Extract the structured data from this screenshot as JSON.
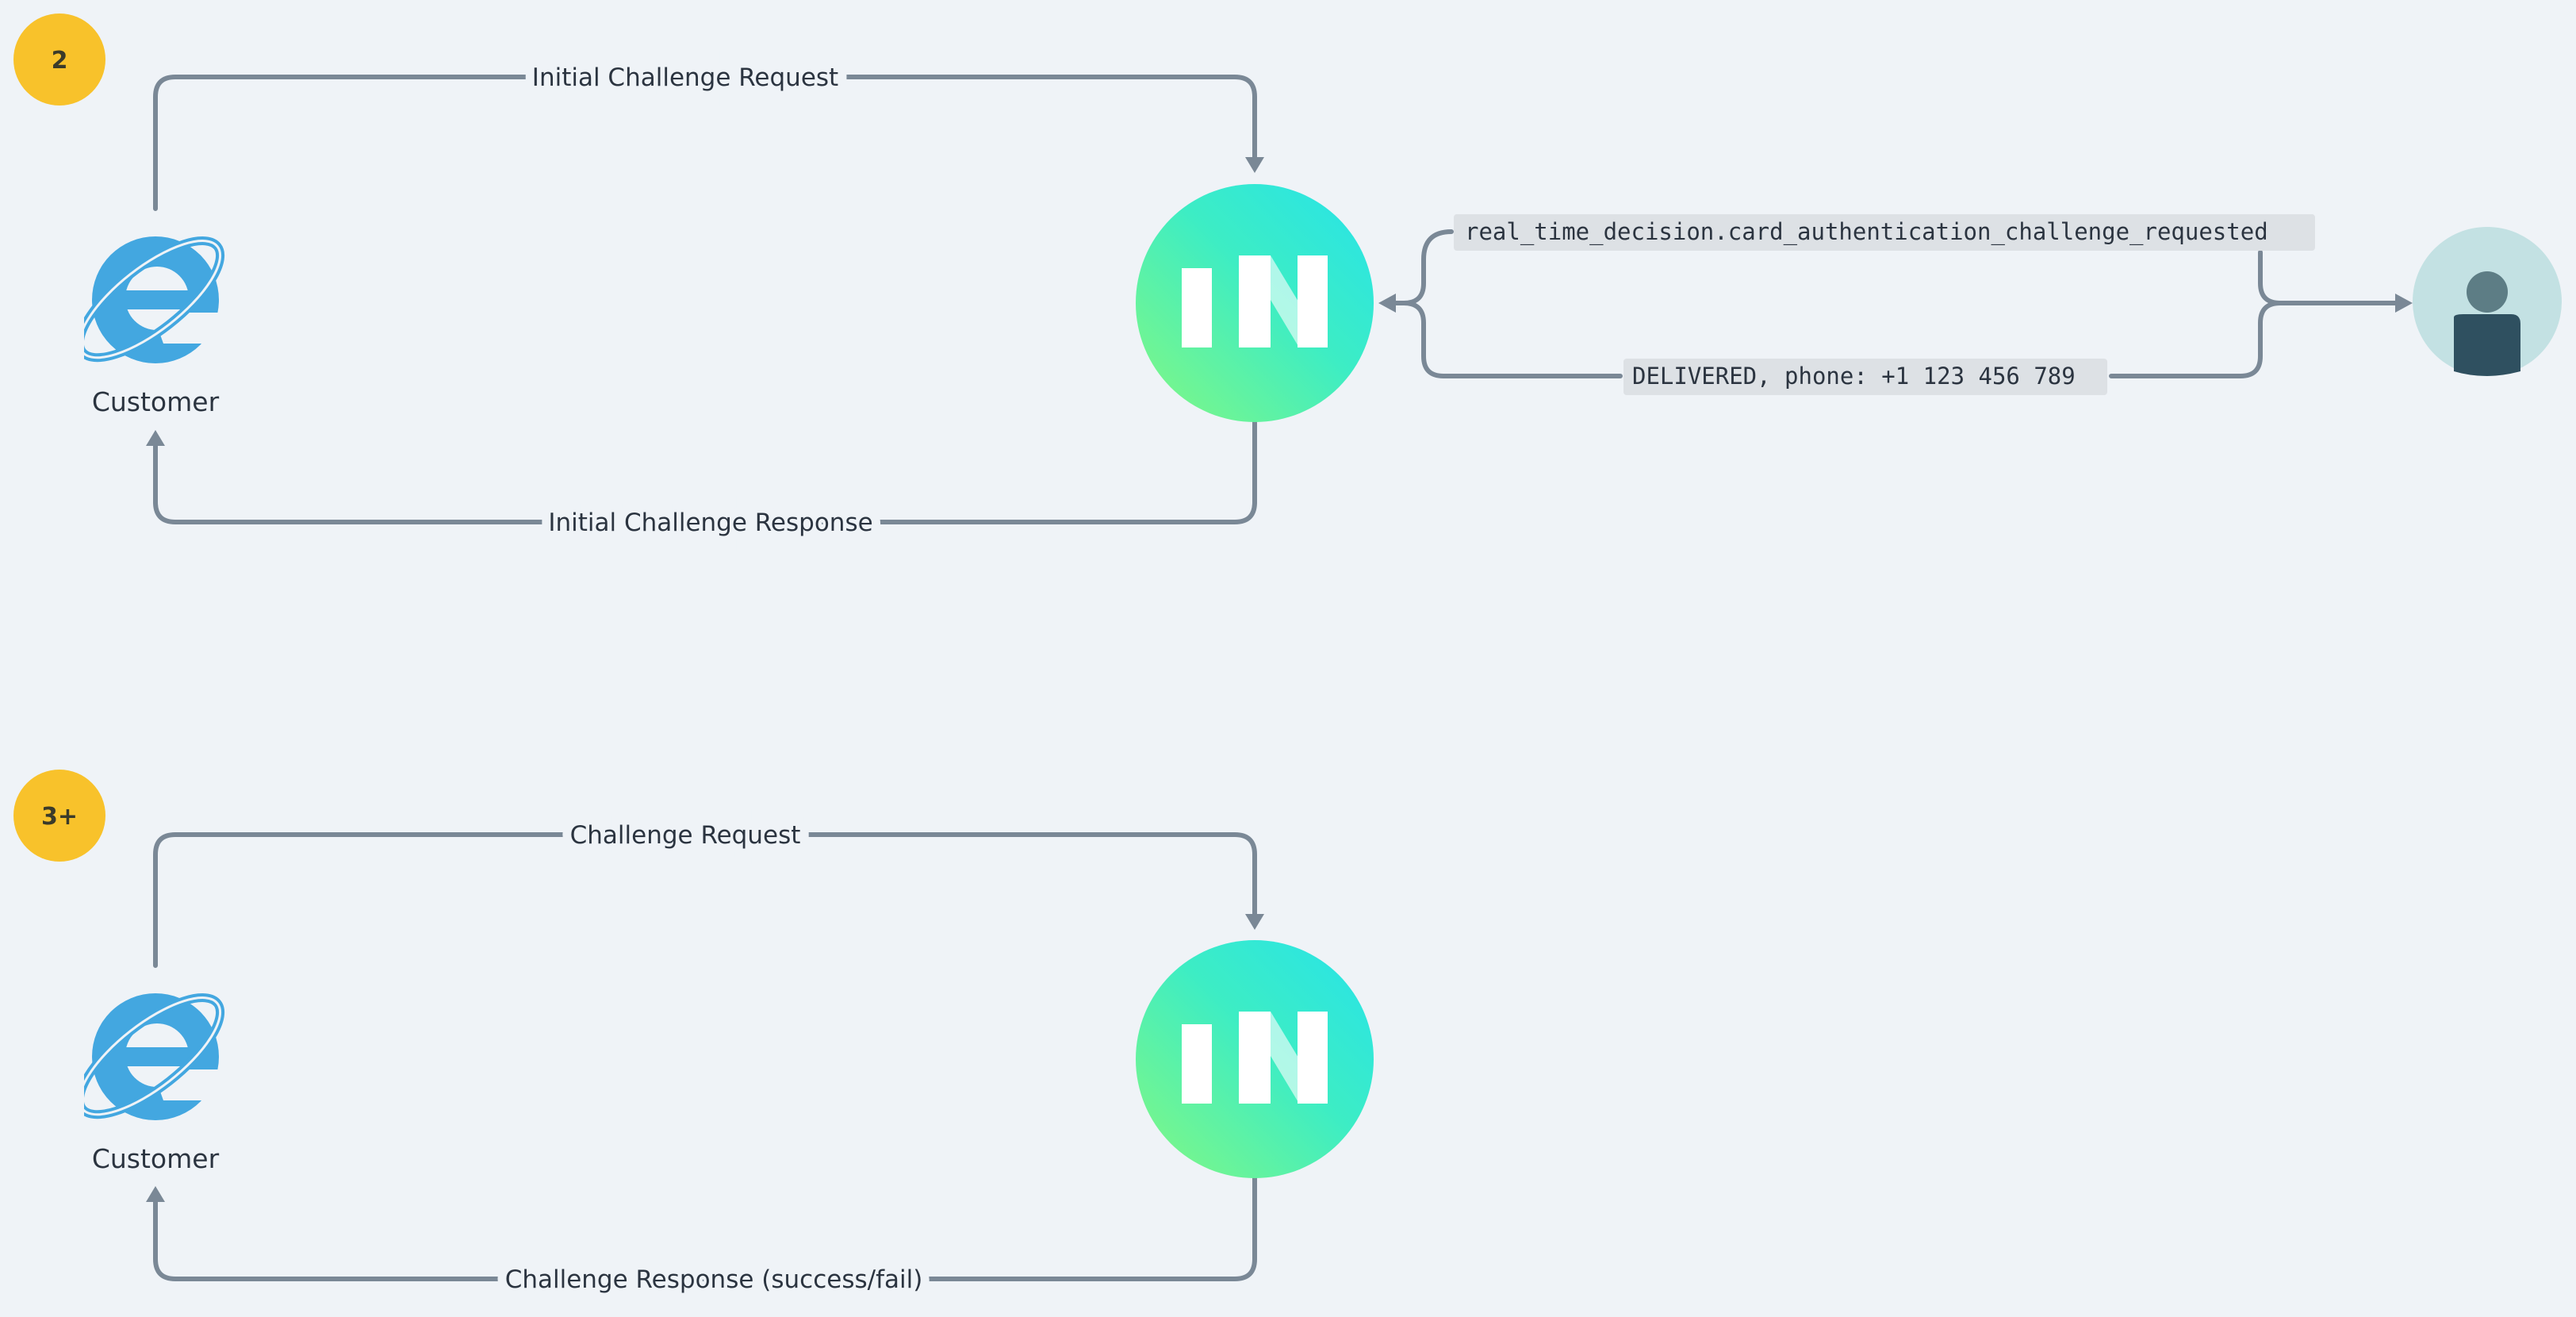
{
  "sections": [
    {
      "badge": "2",
      "customer": "Customer",
      "request": "Initial Challenge Request",
      "response": "Initial Challenge Response"
    },
    {
      "badge": "3+",
      "customer": "Customer",
      "request": "Challenge Request",
      "response": "Challenge Response (success/fail)"
    }
  ],
  "webhook": {
    "event": "real_time_decision.card_authentication_challenge_requested",
    "reply": "DELIVERED, phone: +1 123 456 789"
  },
  "icons": {
    "browser": "internet-explorer-icon",
    "platform": "increase-logo-icon",
    "user": "user-avatar-icon"
  },
  "colors": {
    "background": "#eff3f7",
    "badge": "#f8c22b",
    "connector": "#7a8896",
    "browser_blue": "#43a7e0",
    "platform_gradient_start": "#7cf58b",
    "platform_gradient_end": "#2ce6e6",
    "avatar_bg": "#c3e1e3",
    "avatar_figure": "#2f5060",
    "code_bg": "#dde1e5"
  }
}
